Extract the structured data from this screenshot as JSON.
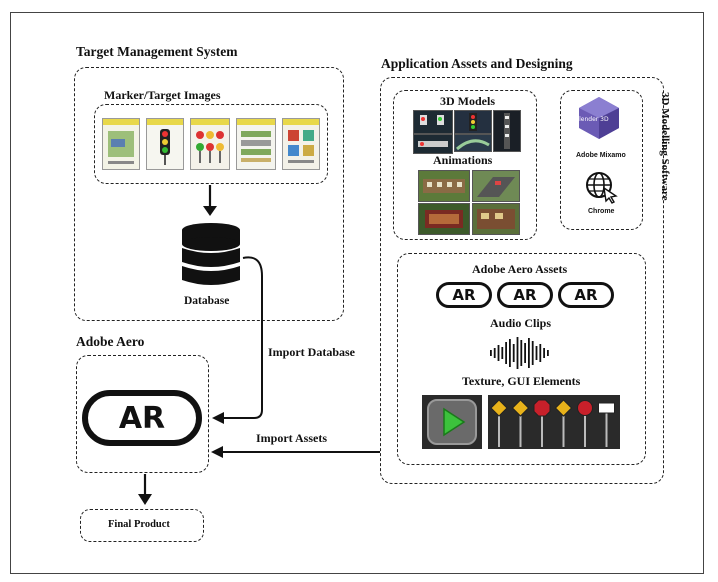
{
  "target_management": {
    "title": "Target Management System",
    "marker_title": "Marker/Target Images",
    "database_label": "Database"
  },
  "assets_designing": {
    "title": "Application Assets and Designing",
    "models_title": "3D Models",
    "animations_title": "Animations",
    "modelling_software_label": "3D Modelling Software",
    "software": {
      "blender_label": "Blender 3D",
      "mixamo_label": "Adobe Mixamo",
      "chrome_label": "Chrome"
    },
    "aero_assets_title": "Adobe Aero Assets",
    "ar_badge_text": "AR",
    "audio_title": "Audio Clips",
    "texture_title": "Texture, GUI Elements"
  },
  "adobe_aero": {
    "title": "Adobe Aero",
    "ar_logo_text": "AR"
  },
  "connectors": {
    "import_database": "Import Database",
    "import_assets": "Import Assets"
  },
  "final_product": "Final Product",
  "icons": [
    "down-arrow-icon",
    "database-icon",
    "blender-icon",
    "globe-cursor-icon",
    "waveform-icon",
    "play-button-icon",
    "road-sign-icon"
  ]
}
